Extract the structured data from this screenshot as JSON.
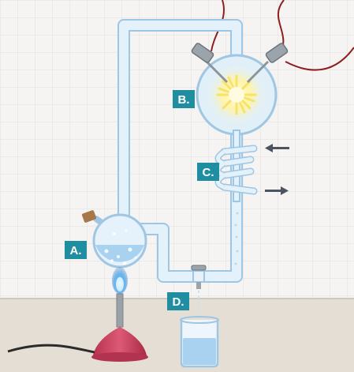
{
  "labels": {
    "a": "A.",
    "b": "B.",
    "c": "C.",
    "d": "D."
  },
  "colors": {
    "label_badge": "#1f8ea0",
    "glass": "#d8ecf9",
    "glass_outline": "#9fc6e2",
    "water": "#a9d2f0",
    "wire": "#8e1f1f",
    "burner": "#c23e5b",
    "flame": "#4aa8e8",
    "spark": "#fff27a",
    "arrow": "#4a5560",
    "background_grid": "#f3f2f1",
    "table": "#e3ddd4"
  },
  "icons": {
    "flow_in": "arrow-left-icon",
    "flow_out": "arrow-right-icon"
  }
}
